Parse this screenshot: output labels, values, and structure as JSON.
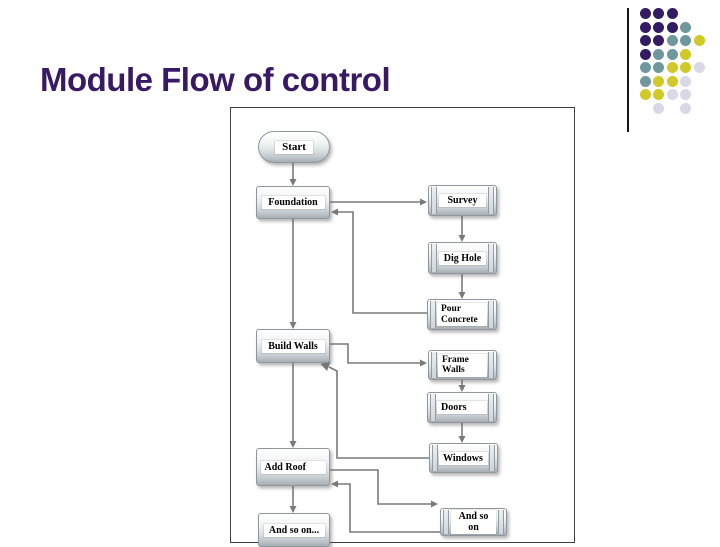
{
  "slide": {
    "title": "Module Flow of control"
  },
  "colors": {
    "title": "#381a64",
    "dot_purple": "#331c63",
    "dot_teal": "#6f989c",
    "dot_yellow": "#d0c928",
    "dot_lavender": "#d8d8e8",
    "connector": "#7a7a7a"
  },
  "decoration": {
    "dot_rows": [
      "ppp..",
      "pppt.",
      "pptty",
      "ptty.",
      "ttyyl",
      "tyyl.",
      "yyll.",
      ".l.l."
    ]
  },
  "flowchart": {
    "nodes": [
      {
        "id": "start",
        "label": "Start",
        "shape": "stadium"
      },
      {
        "id": "foundation",
        "label": "Foundation",
        "shape": "rect"
      },
      {
        "id": "survey",
        "label": "Survey",
        "shape": "panel"
      },
      {
        "id": "dig-hole",
        "label": "Dig Hole",
        "shape": "panel"
      },
      {
        "id": "pour-concrete",
        "label": "Pour Concrete",
        "shape": "panel"
      },
      {
        "id": "build-walls",
        "label": "Build Walls",
        "shape": "rect"
      },
      {
        "id": "frame-walls",
        "label": "Frame Walls",
        "shape": "panel"
      },
      {
        "id": "doors",
        "label": "Doors",
        "shape": "panel"
      },
      {
        "id": "windows",
        "label": "Windows",
        "shape": "panel"
      },
      {
        "id": "add-roof",
        "label": "Add Roof",
        "shape": "rect"
      },
      {
        "id": "and-so-on-left",
        "label": "And so on...",
        "shape": "rect"
      },
      {
        "id": "and-so-on-right",
        "label": "And so on",
        "shape": "panel"
      }
    ],
    "edges": [
      {
        "from": "start",
        "to": "foundation"
      },
      {
        "from": "foundation",
        "to": "survey"
      },
      {
        "from": "survey",
        "to": "dig-hole"
      },
      {
        "from": "dig-hole",
        "to": "pour-concrete"
      },
      {
        "from": "pour-concrete",
        "to": "foundation"
      },
      {
        "from": "foundation",
        "to": "build-walls"
      },
      {
        "from": "build-walls",
        "to": "frame-walls"
      },
      {
        "from": "frame-walls",
        "to": "doors"
      },
      {
        "from": "doors",
        "to": "windows"
      },
      {
        "from": "windows",
        "to": "build-walls"
      },
      {
        "from": "build-walls",
        "to": "add-roof"
      },
      {
        "from": "add-roof",
        "to": "and-so-on-right"
      },
      {
        "from": "and-so-on-right",
        "to": "add-roof"
      },
      {
        "from": "add-roof",
        "to": "and-so-on-left"
      }
    ]
  }
}
